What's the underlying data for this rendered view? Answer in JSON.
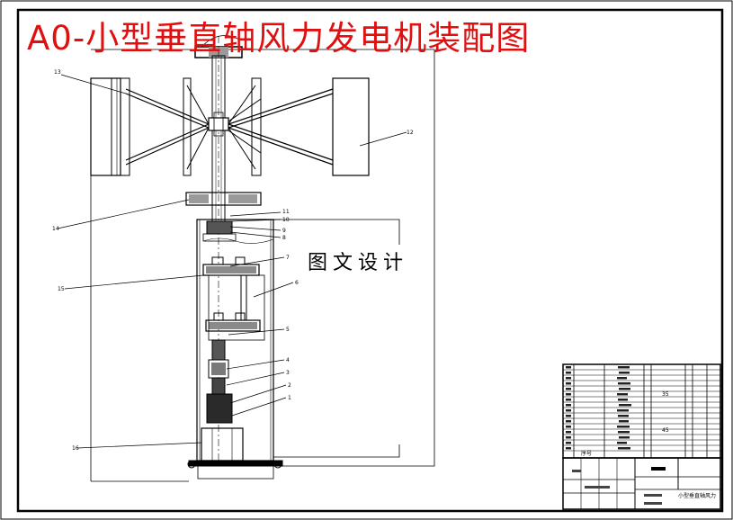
{
  "title": "A0-小型垂直轴风力发电机装配图",
  "watermark": "图文设计",
  "balloons": [
    {
      "id": "b13",
      "label": "13"
    },
    {
      "id": "b12",
      "label": "12"
    },
    {
      "id": "b14",
      "label": "14"
    },
    {
      "id": "b11",
      "label": "11"
    },
    {
      "id": "b10",
      "label": "10"
    },
    {
      "id": "b9",
      "label": "9"
    },
    {
      "id": "b8",
      "label": "8"
    },
    {
      "id": "b7",
      "label": "7"
    },
    {
      "id": "b15",
      "label": "15"
    },
    {
      "id": "b6",
      "label": "6"
    },
    {
      "id": "b5",
      "label": "5"
    },
    {
      "id": "b4",
      "label": "4"
    },
    {
      "id": "b3",
      "label": "3"
    },
    {
      "id": "b2",
      "label": "2"
    },
    {
      "id": "b1",
      "label": "1"
    },
    {
      "id": "b16",
      "label": "16"
    }
  ],
  "parts_list": {
    "header": "序号",
    "legible_values": [
      "35",
      "45"
    ]
  },
  "title_block": {
    "drawing_name": "小型垂直轴风力"
  }
}
